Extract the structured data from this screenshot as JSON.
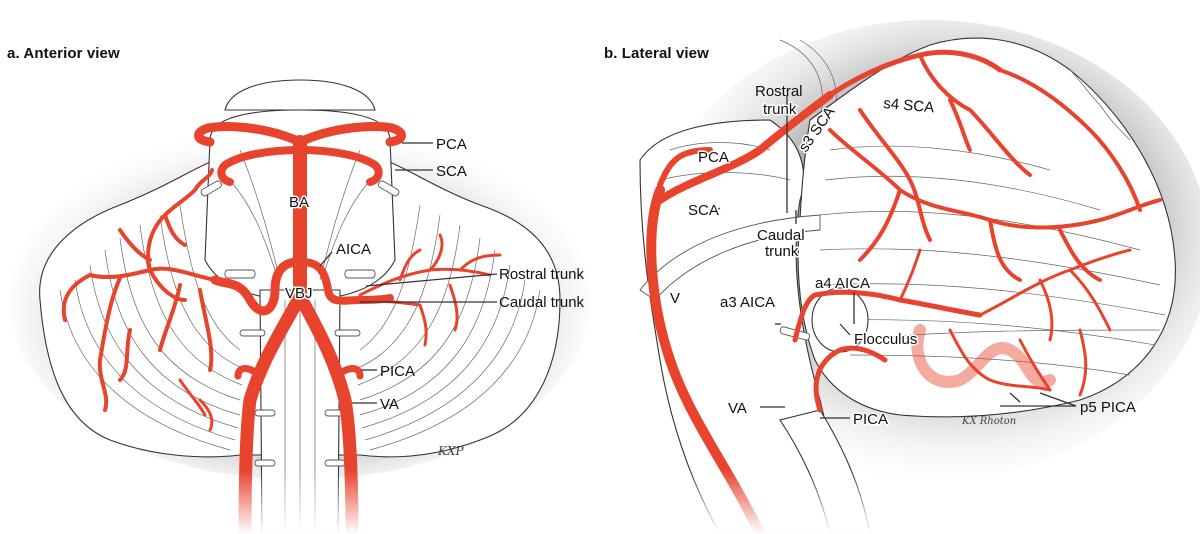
{
  "figure": {
    "panels": [
      {
        "id": "a",
        "title": "a. Anterior view",
        "labels": {
          "pca": "PCA",
          "sca": "SCA",
          "ba": "BA",
          "aica": "AICA",
          "vbj": "VBJ",
          "rostral_trunk": "Rostral trunk",
          "caudal_trunk": "Caudal trunk",
          "pica": "PICA",
          "va": "VA"
        },
        "signature": "KXP"
      },
      {
        "id": "b",
        "title": "b. Lateral view",
        "labels": {
          "rostral_trunk_line1": "Rostral",
          "rostral_trunk_line2": "trunk",
          "s3_sca": "s3 SCA",
          "s4_sca": "s4 SCA",
          "pca": "PCA",
          "sca": "SCA",
          "caudal_trunk_line1": "Caudal",
          "caudal_trunk_line2": "trunk",
          "v": "V",
          "a4_aica": "a4 AICA",
          "a3_aica": "a3 AICA",
          "flocculus": "Flocculus",
          "va": "VA",
          "pica": "PICA",
          "p5_pica": "p5 PICA"
        },
        "signature": "KX Rhoton"
      }
    ],
    "colors": {
      "artery": "#e8432d",
      "shadow": "#bdbdbd",
      "line": "#333333"
    }
  }
}
